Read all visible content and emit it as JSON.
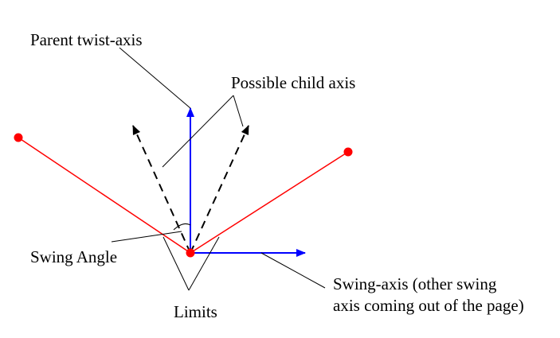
{
  "labels": {
    "parent_twist_axis": "Parent twist-axis",
    "possible_child_axis": "Possible child axis",
    "swing_angle": "Swing Angle",
    "limits": "Limits",
    "swing_axis_line1": "Swing-axis (other swing",
    "swing_axis_line2": "axis coming out of the page)"
  },
  "colors": {
    "axis": "#0000ff",
    "limit": "#ff0000",
    "child_axis": "#000000",
    "leader": "#000000",
    "background": "#ffffff"
  }
}
